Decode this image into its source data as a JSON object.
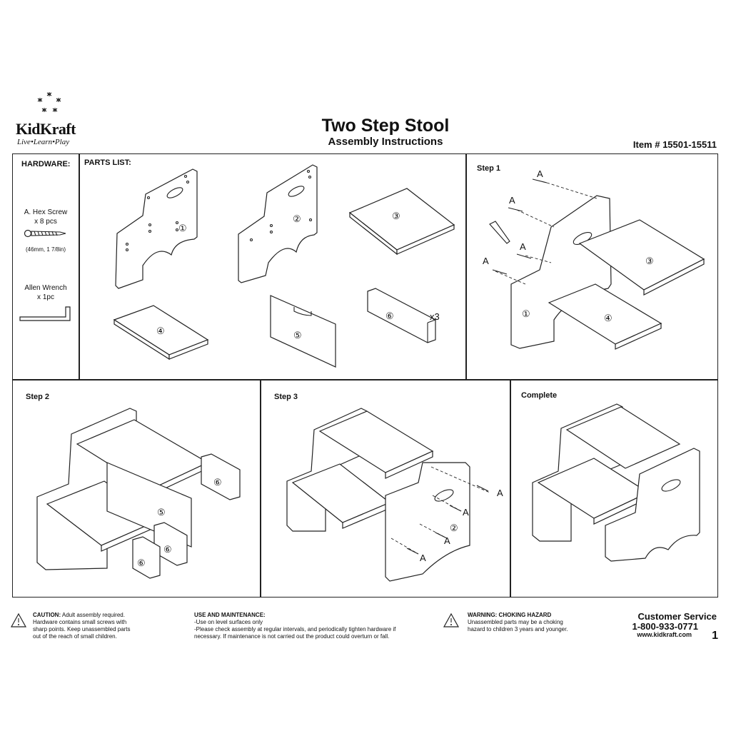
{
  "brand": {
    "name": "KidKraft",
    "tagline": "Live•Learn•Play"
  },
  "header": {
    "title": "Two Step Stool",
    "subtitle": "Assembly Instructions",
    "item": "Item # 15501-15511"
  },
  "hardware": {
    "heading": "HARDWARE:",
    "screw_name": "A. Hex Screw",
    "screw_qty": "x 8 pcs",
    "screw_size": "(46mm, 1 7/8in)",
    "wrench_name": "Allen Wrench",
    "wrench_qty": "x 1pc"
  },
  "parts": {
    "heading": "PARTS LIST:",
    "labels": [
      "①",
      "②",
      "③",
      "④",
      "⑤",
      "⑥"
    ],
    "qty6": "x3"
  },
  "steps": {
    "step1": "Step 1",
    "step2": "Step 2",
    "step3": "Step 3",
    "complete": "Complete",
    "screw_letter": "A"
  },
  "footer": {
    "caution_head": "CAUTION:",
    "caution_text1": "Adult assembly required.",
    "caution_text2": "Hardware contains small screws with",
    "caution_text3": "sharp points. Keep unassembled parts",
    "caution_text4": "out of the reach of small children.",
    "use_head": "USE AND MAINTENANCE:",
    "use_text1": "-Use on level surfaces only",
    "use_text2": "-Please check assembly at regular intervals, and periodically tighten hardware if",
    "use_text3": " necessary.  If maintenance is not carried out the product could overturn or fall.",
    "warn_head": "WARNING: CHOKING HAZARD",
    "warn_text1": "Unassembled parts may be a choking",
    "warn_text2": "hazard to children 3 years and younger.",
    "cs_title": "Customer Service",
    "cs_phone": "1-800-933-0771",
    "cs_web": "www.kidkraft.com",
    "page": "1"
  }
}
